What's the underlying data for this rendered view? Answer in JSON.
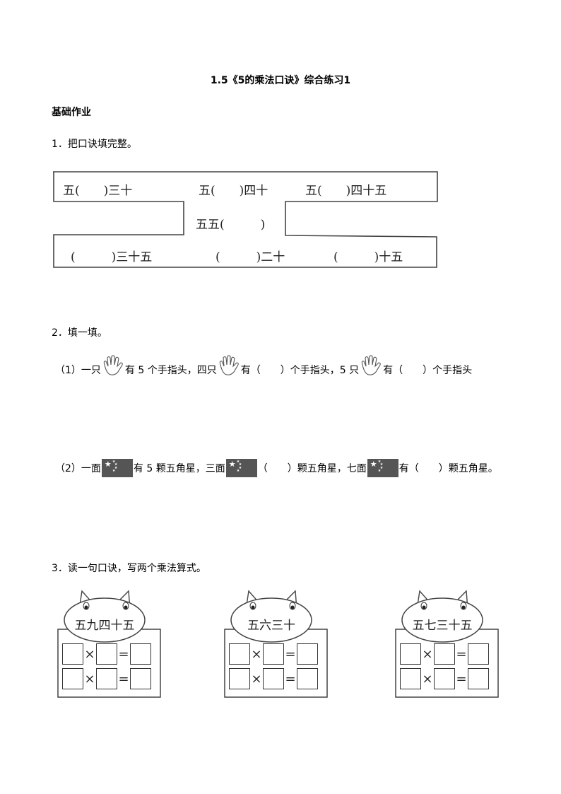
{
  "title": "1.5《5的乘法口诀》综合练习1",
  "section": "基础作业",
  "q1": {
    "label": "1．把口诀填完整。",
    "top": [
      "五(　　)三十",
      "五(　　)四十",
      "五(　　)四十五"
    ],
    "middle": "五五(　　　)",
    "bottom": [
      "(　　　)三十五",
      "(　　　)二十",
      "(　　　)十五"
    ]
  },
  "q2": {
    "label": "2．填一填。",
    "line1": [
      "（1）一只",
      "有 5 个手指头，四只",
      "有（　　）个手指头，5 只",
      "有（　　）个手指头"
    ],
    "line2": [
      "（2）一面",
      "有 5 颗五角星，三面",
      "（　　）颗五角星，七面",
      "有（　　）颗五角星。"
    ]
  },
  "q3": {
    "label": "3．读一句口诀，写两个乘法算式。",
    "cards": [
      "五九四十五",
      "五六三十",
      "五七三十五"
    ],
    "times": "×",
    "equals": "="
  },
  "icons": {
    "hand": "hand-icon",
    "flag": "chinese-flag-icon"
  }
}
